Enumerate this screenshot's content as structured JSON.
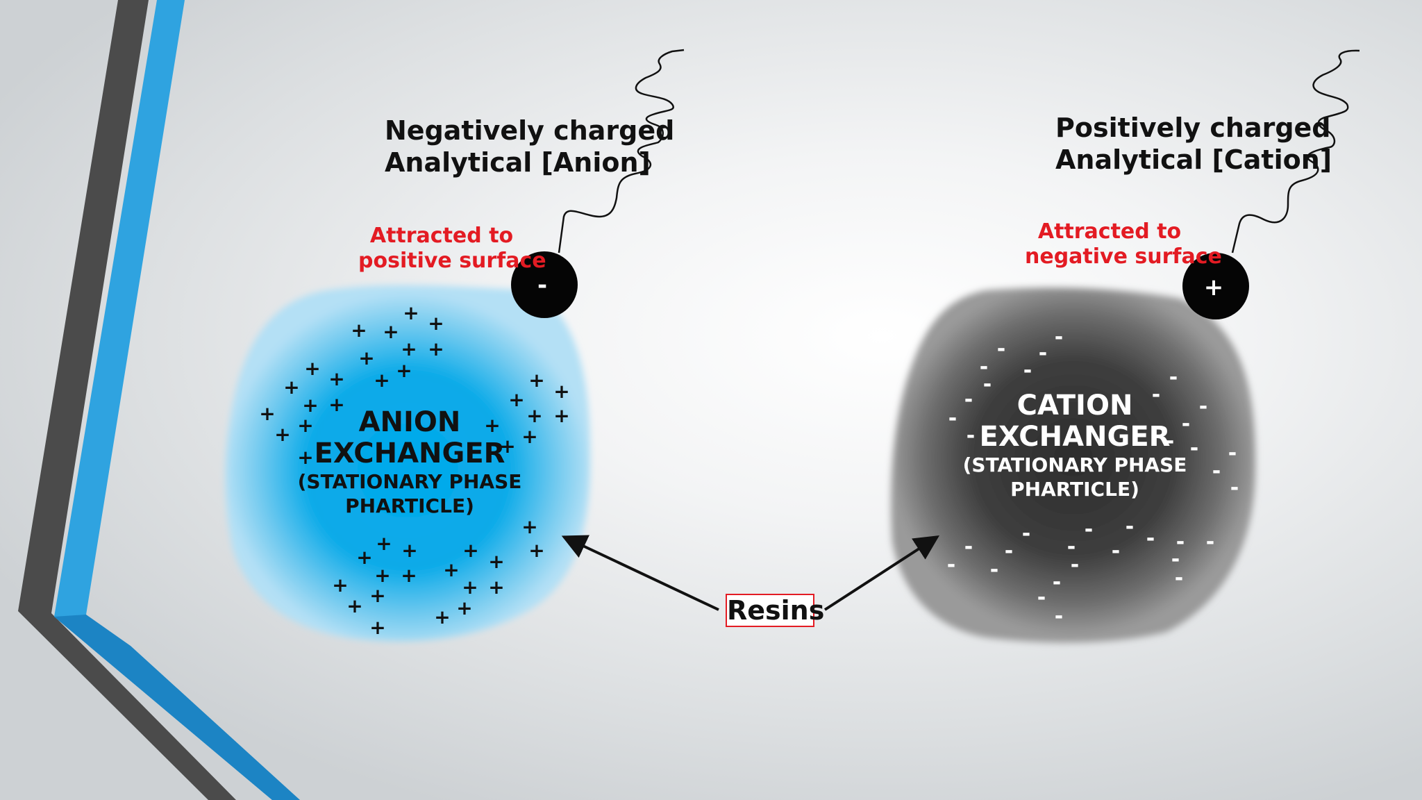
{
  "colors": {
    "accent_blue": "#0aa5e3",
    "accent_red": "#e31b23",
    "stripe_gray": "#4a4a4a",
    "stripe_blue": "#2fa3e0",
    "cation_dark": "#3a3a3a"
  },
  "anion_side": {
    "title_line1": "Negatively charged",
    "title_line2": "Analytical [Anion]",
    "attract_line1": "Attracted to",
    "attract_line2": "positive surface",
    "ion_symbol": "-",
    "surface_charge_symbol": "+",
    "exchanger_line1": "ANION",
    "exchanger_line2": "EXCHANGER",
    "sub_line1": "(STATIONARY PHASE",
    "sub_line2": "PHARTICLE)"
  },
  "cation_side": {
    "title_line1": "Positively charged",
    "title_line2": "Analytical [Cation]",
    "attract_line1": "Attracted to",
    "attract_line2": "negative surface",
    "ion_symbol": "+",
    "surface_charge_symbol": "-",
    "exchanger_line1": "CATION",
    "exchanger_line2": "EXCHANGER",
    "sub_line1": "(STATIONARY PHASE",
    "sub_line2": "PHARTICLE)"
  },
  "resins_label": "Resins"
}
